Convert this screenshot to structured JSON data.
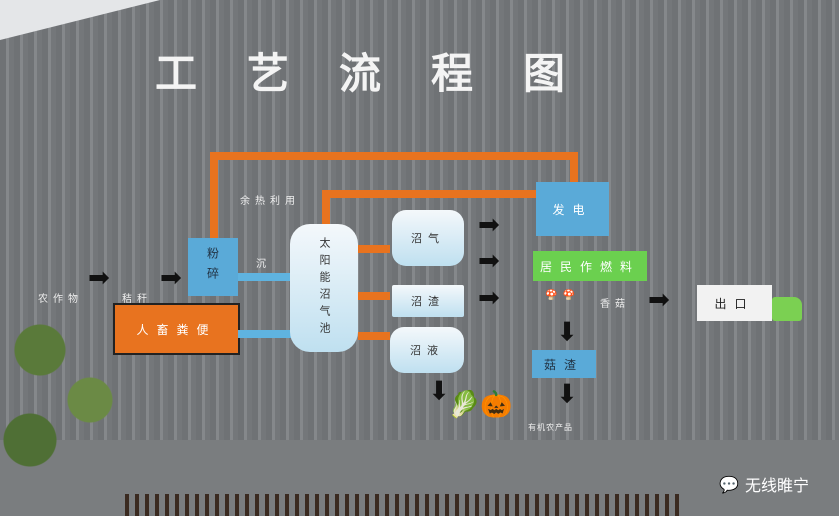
{
  "title": "工艺流程图",
  "labels": {
    "waste_heat": "余热利用",
    "crops": "农作物",
    "straw": "秸秆",
    "crush": "粉碎",
    "settle": "沉",
    "manure": "人畜粪便",
    "digester": "太阳能沼气池",
    "biogas": "沼气",
    "residue": "沼渣",
    "slurry": "沼液",
    "power": "发电",
    "fuel": "居民作燃料",
    "mushroom": "香菇",
    "mushroom_residue": "菇渣",
    "export": "出口",
    "organic": "有机农产品"
  },
  "watermark": "无线睢宁"
}
